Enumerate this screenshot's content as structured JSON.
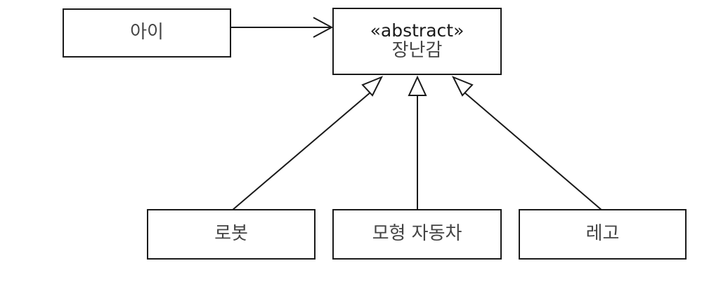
{
  "classes": {
    "child": "아이",
    "toy_stereotype": "«abstract»",
    "toy": "장난감",
    "robot": "로봇",
    "model_car": "모형 자동차",
    "lego": "레고"
  },
  "colors": {
    "line": "#1a1a1a",
    "text": "#333333",
    "background": "#ffffff"
  }
}
